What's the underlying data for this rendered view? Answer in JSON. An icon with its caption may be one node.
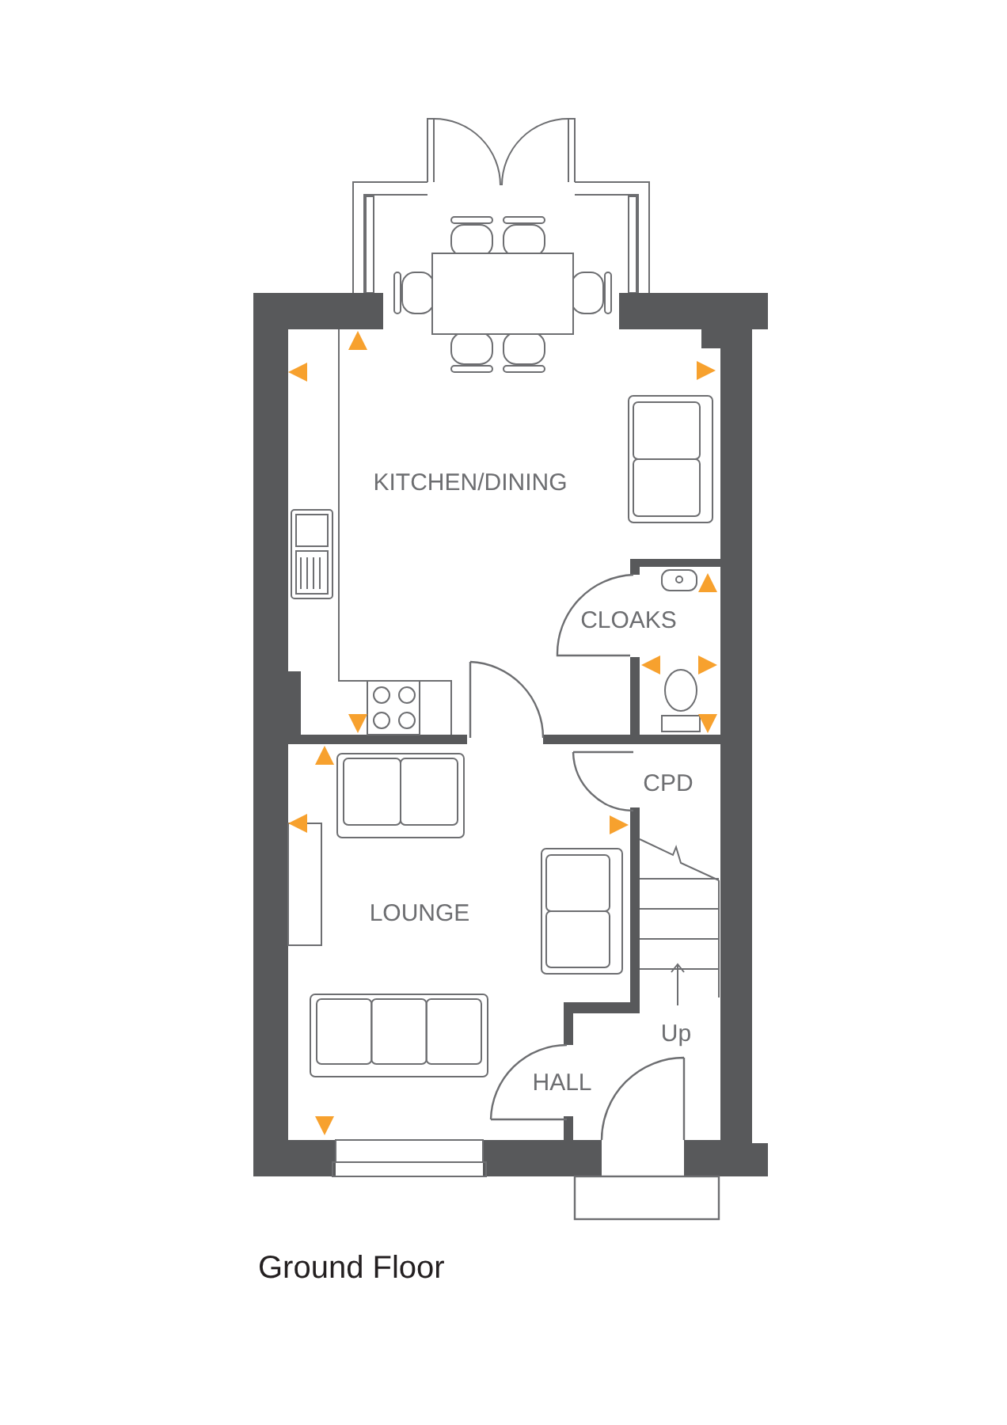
{
  "diagram": {
    "caption": "Ground Floor",
    "nodes": [
      {
        "text": [
          "KITCHEN/DINING"
        ]
      },
      {
        "text": [
          "CLOAKS"
        ]
      },
      {
        "text": [
          "CPD"
        ]
      },
      {
        "text": [
          "LOUNGE"
        ]
      },
      {
        "text": [
          "HALL"
        ]
      }
    ],
    "labels": [
      "Up"
    ]
  }
}
